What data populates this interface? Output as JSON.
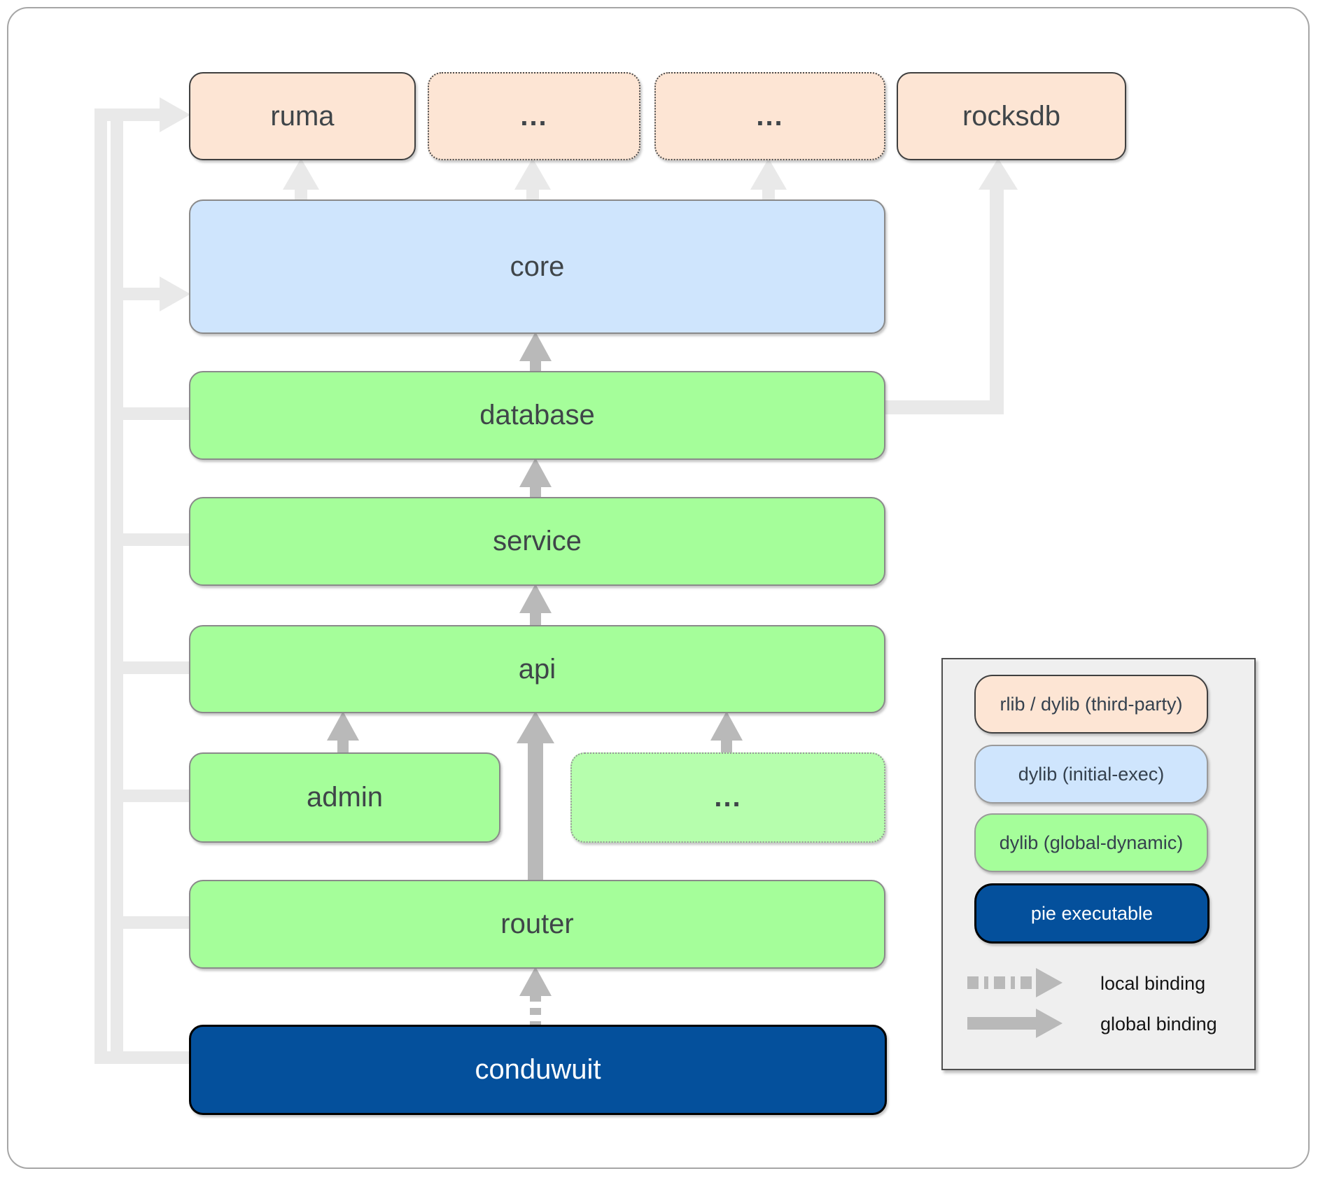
{
  "nodes": {
    "ruma": {
      "label": "ruma"
    },
    "ellipsis_top_1": {
      "label": "..."
    },
    "ellipsis_top_2": {
      "label": "..."
    },
    "rocksdb": {
      "label": "rocksdb"
    },
    "core": {
      "label": "core"
    },
    "database": {
      "label": "database"
    },
    "service": {
      "label": "service"
    },
    "api": {
      "label": "api"
    },
    "admin": {
      "label": "admin"
    },
    "ellipsis_mid": {
      "label": "..."
    },
    "router": {
      "label": "router"
    },
    "conduwuit": {
      "label": "conduwuit"
    }
  },
  "legend": {
    "items": [
      {
        "label": "rlib / dylib (third-party)",
        "style": "third-party-rlib-dylib"
      },
      {
        "label": "dylib (initial-exec)",
        "style": "initial-exec-dylib"
      },
      {
        "label": "dylib (global-dynamic)",
        "style": "global-dynamic-dylib"
      },
      {
        "label": "pie executable",
        "style": "pie-executable"
      }
    ],
    "bindings": [
      {
        "label": "local binding",
        "style": "dashed-arrow"
      },
      {
        "label": "global binding",
        "style": "solid-arrow"
      }
    ]
  },
  "colors": {
    "peach": "#fde5d4",
    "blue": "#cfe5fd",
    "green": "#a5fe9a",
    "green-light": "#b6fead",
    "navy": "#04509c",
    "arrow-light": "#e9e9e9",
    "arrow-mid": "#b9b9b9",
    "text-dark": "#3f4549",
    "legend-bg": "#efefef"
  }
}
